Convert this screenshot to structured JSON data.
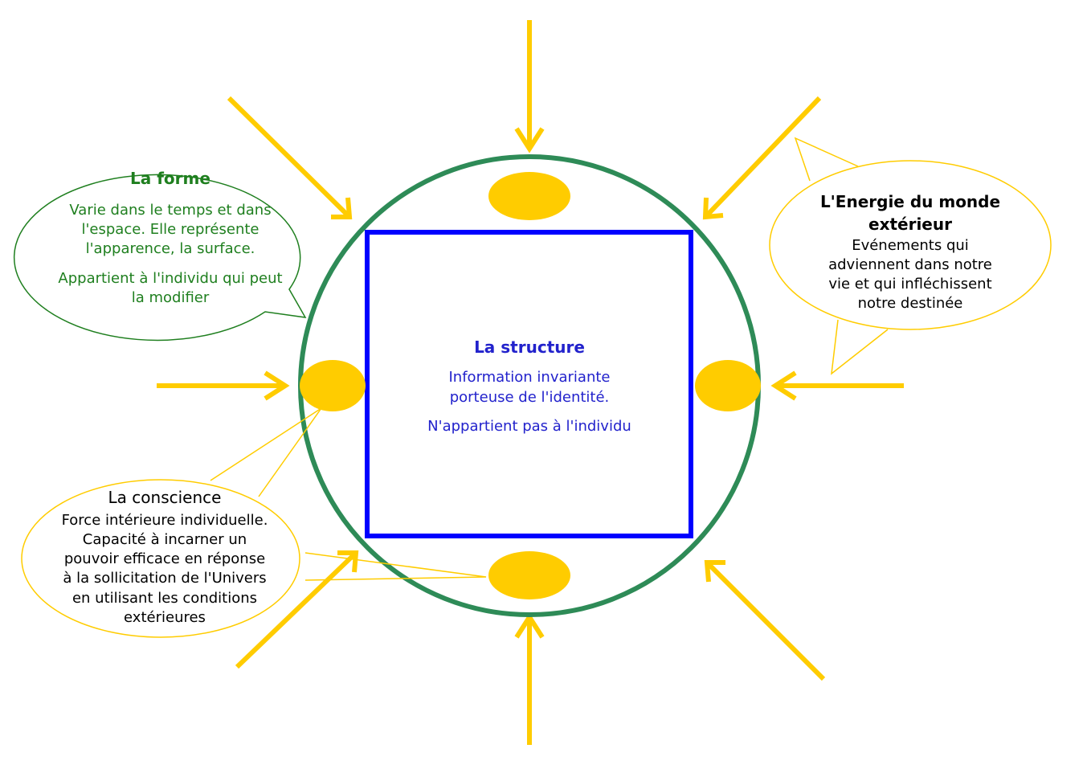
{
  "colors": {
    "arrow": "#ffcc00",
    "circle": "#2e8b57",
    "square": "#0000ff",
    "forme": "#1f7f1f",
    "structure": "#2222cc",
    "text": "#000000"
  },
  "structure": {
    "title": "La structure",
    "lines": [
      "Information invariante",
      "porteuse de l'identité.",
      "N'appartient pas à l'individu"
    ]
  },
  "forme": {
    "title": "La forme",
    "lines": [
      "Varie dans le temps et dans",
      "l'espace. Elle représente",
      "l'apparence, la surface.",
      "Appartient à l'individu qui peut",
      "la modifier"
    ]
  },
  "energie": {
    "title_lines": [
      "L'Energie du monde",
      "extérieur"
    ],
    "lines": [
      "Evénements qui",
      "adviennent dans notre",
      "vie et qui infléchissent",
      "notre destinée"
    ]
  },
  "conscience": {
    "title": "La conscience",
    "lines": [
      "Force intérieure individuelle.",
      "Capacité à incarner un",
      "pouvoir efficace en réponse",
      "à la sollicitation de l'Univers",
      "en utilisant les conditions",
      "extérieures"
    ]
  }
}
